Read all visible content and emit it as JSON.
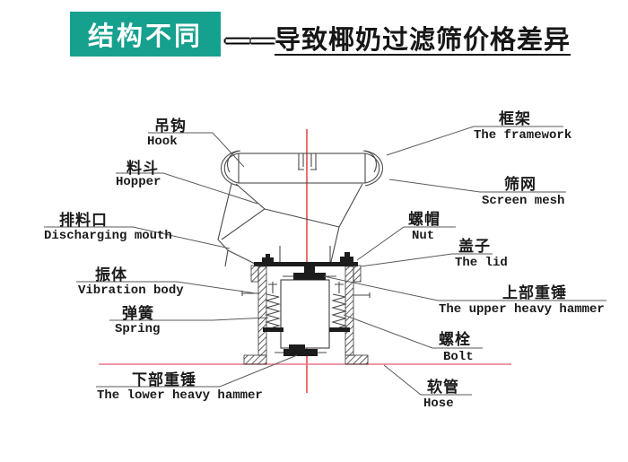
{
  "header": {
    "badge": "结构不同",
    "dash": "——",
    "title": "导致椰奶过滤筛价格差异"
  },
  "colors": {
    "badge_bg": "#16a08e",
    "badge_text": "#ffffff",
    "title_text": "#161616",
    "line": "#5a5a5a",
    "red_v": "#e14b4b",
    "red_h": "#ec7785",
    "dark": "#1c1c1c"
  },
  "labels": [
    {
      "id": "hook",
      "zh": "吊钩",
      "en": "Hook"
    },
    {
      "id": "hopper",
      "zh": "料斗",
      "en": "Hopper"
    },
    {
      "id": "discharging",
      "zh": "排料口",
      "en": "Discharging mouth"
    },
    {
      "id": "vibration",
      "zh": "振体",
      "en": "Vibration body"
    },
    {
      "id": "spring",
      "zh": "弹簧",
      "en": "Spring"
    },
    {
      "id": "lower",
      "zh": "下部重锤",
      "en": "The lower heavy hammer"
    },
    {
      "id": "framework",
      "zh": "框架",
      "en": "The framework"
    },
    {
      "id": "screen",
      "zh": "筛网",
      "en": "Screen mesh"
    },
    {
      "id": "nut",
      "zh": "螺帽",
      "en": "Nut"
    },
    {
      "id": "lid",
      "zh": "盖子",
      "en": "The lid"
    },
    {
      "id": "upper",
      "zh": "上部重锤",
      "en": "The upper heavy hammer"
    },
    {
      "id": "bolt",
      "zh": "螺栓",
      "en": "Bolt"
    },
    {
      "id": "hose",
      "zh": "软管",
      "en": "Hose"
    }
  ]
}
